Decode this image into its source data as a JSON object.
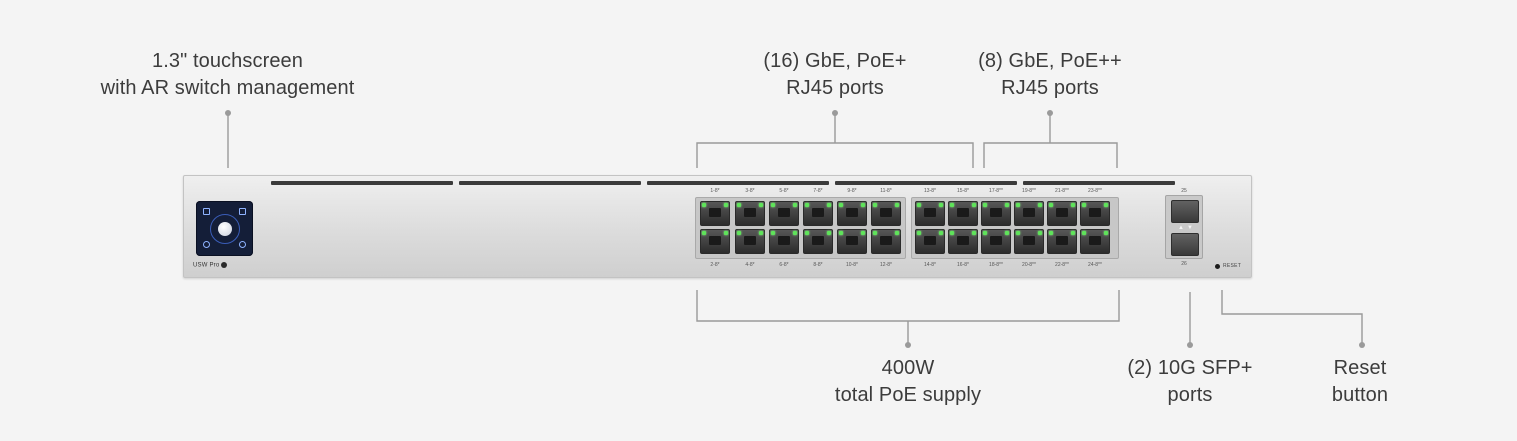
{
  "callouts": {
    "touchscreen": [
      "1.3\" touchscreen",
      "with AR switch management"
    ],
    "poe_plus": [
      "(16) GbE, PoE+",
      "RJ45 ports"
    ],
    "poe_plusplus": [
      "(8) GbE, PoE++",
      "RJ45 ports"
    ],
    "poe_supply": [
      "400W",
      "total PoE supply"
    ],
    "sfp": [
      "(2) 10G SFP+",
      "ports"
    ],
    "reset": [
      "Reset",
      "button"
    ]
  },
  "device": {
    "model_label": "USW Pro",
    "reset_label": "RESET",
    "top_port_labels": [
      "1-8*",
      "3-8*",
      "5-8*",
      "7-8*",
      "9-8*",
      "11-8*",
      "13-8*",
      "15-8*",
      "17-8**",
      "19-8**",
      "21-8**",
      "23-8**"
    ],
    "bottom_port_labels": [
      "2-8*",
      "4-8*",
      "6-8*",
      "8-8*",
      "10-8*",
      "12-8*",
      "14-8*",
      "16-8*",
      "18-8**",
      "20-8**",
      "22-8**",
      "24-8**"
    ],
    "sfp_labels": [
      "25",
      "26"
    ]
  },
  "colors": {
    "link_led": "#5fe35a",
    "leader_line": "#9a9a9a",
    "touchscreen": "#141e38"
  }
}
